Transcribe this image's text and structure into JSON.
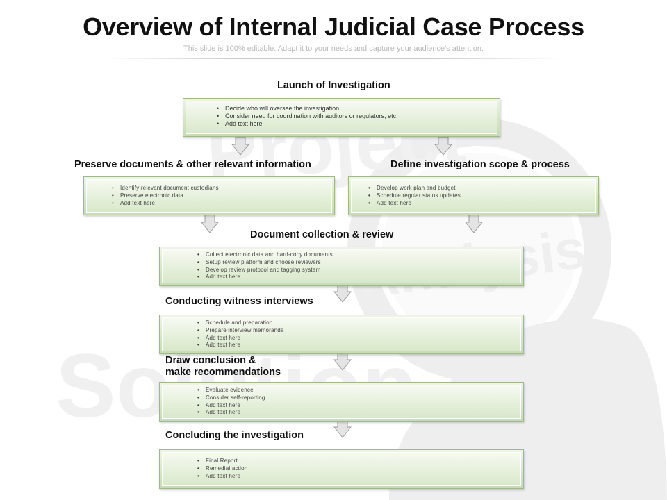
{
  "page": {
    "title": "Overview of Internal Judicial Case Process",
    "subtitle": "This slide is 100% editable.  Adapt it to your needs and capture your audience's attention."
  },
  "colors": {
    "box_border": "#9fb98a",
    "box_fill": "#d6e6c8",
    "arrow_fill": "#e4e4e4",
    "arrow_stroke": "#9a9a9a"
  },
  "steps": {
    "launch": {
      "heading": "Launch of Investigation",
      "items": [
        "Decide who will oversee the investigation",
        "Consider need for coordination with auditors or regulators, etc.",
        "Add text here"
      ]
    },
    "preserve": {
      "heading": "Preserve documents & other relevant information",
      "items": [
        "Identify relevant document custodians",
        "Preserve electronic data",
        "Add text here"
      ]
    },
    "define": {
      "heading": "Define investigation scope & process",
      "items": [
        "Develop work plan and budget",
        "Schedule regular status updates",
        "Add text here"
      ]
    },
    "collection": {
      "heading": "Document collection & review",
      "items": [
        "Collect electronic data and hard-copy documents",
        "Setup review platform and choose reviewers",
        "Develop review protocol and tagging system",
        "Add text here"
      ]
    },
    "interviews": {
      "heading": "Conducting witness interviews",
      "items": [
        "Schedule and preparation",
        "Prepare interview memoranda",
        "Add text here",
        "Add text here"
      ]
    },
    "conclusion": {
      "heading_line1": "Draw conclusion &",
      "heading_line2": "make recommendations",
      "items": [
        "Evaluate evidence",
        "Consider self-reporting",
        "Add text here",
        "Add text here"
      ]
    },
    "concluding": {
      "heading": "Concluding the investigation",
      "items": [
        "Final Report",
        "Remedial action",
        "Add text here"
      ]
    }
  },
  "background": {
    "watermark_words": [
      "Project",
      "Analysis",
      "Solution"
    ]
  }
}
